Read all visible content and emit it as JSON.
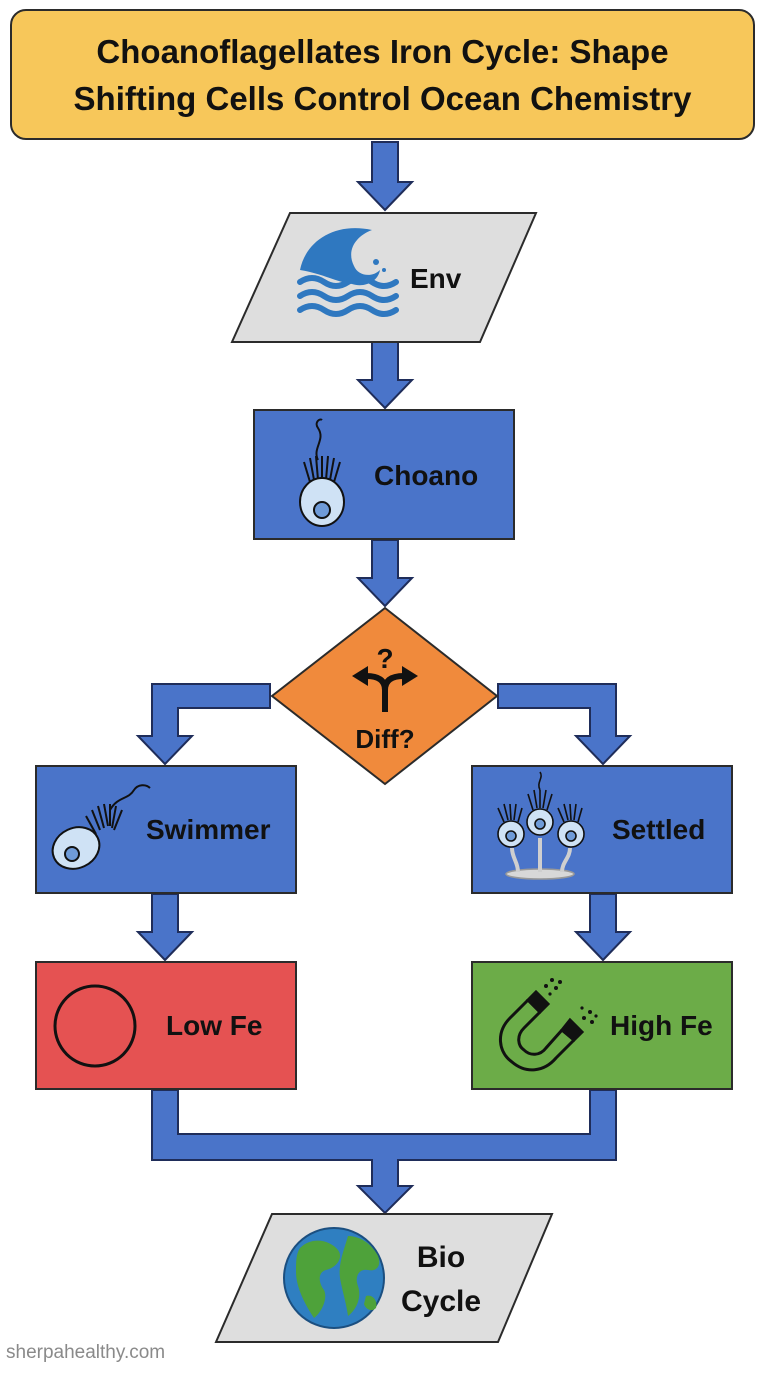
{
  "title": "Choanoflagellates Iron Cycle: Shape Shifting Cells Control Ocean Chemistry",
  "nodes": {
    "env": {
      "label": "Env",
      "icon": "ocean-wave-icon"
    },
    "choano": {
      "label": "Choano",
      "icon": "choanoflagellate-cell-icon"
    },
    "diff": {
      "label": "Diff?",
      "icon": "split-arrows-question-icon"
    },
    "swimmer": {
      "label": "Swimmer",
      "icon": "swimming-cell-icon"
    },
    "settled": {
      "label": "Settled",
      "icon": "settled-colony-icon"
    },
    "low_fe": {
      "label": "Low Fe",
      "icon": "empty-circle-icon"
    },
    "high_fe": {
      "label": "High Fe",
      "icon": "magnet-icon"
    },
    "bio_cycle": {
      "label_line1": "Bio",
      "label_line2": "Cycle",
      "icon": "globe-icon"
    }
  },
  "watermark": "sherpahealthy.com",
  "colors": {
    "title_fill": "#f7c75a",
    "process_blue": "#4a74c9",
    "io_gray": "#dedede",
    "decision_orange": "#f08a3c",
    "low_fe_red": "#e55252",
    "high_fe_green": "#6cac48",
    "arrow_blue": "#4a74c9"
  }
}
